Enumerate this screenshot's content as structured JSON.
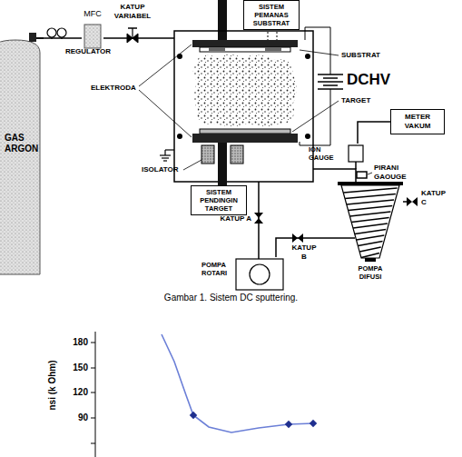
{
  "diagram": {
    "caption": "Gambar 1. Sistem DC sputtering.",
    "nodes": [
      {
        "text": [
          "GAS ARGON"
        ]
      },
      {
        "text": [
          "MFC"
        ]
      },
      {
        "text": [
          "SISTEM PEMANAS SUBSTRAT"
        ]
      },
      {
        "text": [
          "METER VAKUM"
        ]
      },
      {
        "text": [
          "SISTEM PENDINGIN TARGET"
        ]
      },
      {
        "text": [
          "ION GAUGE"
        ]
      },
      {
        "text": [
          "POMPA ROTARI"
        ]
      },
      {
        "text": [
          "POMPA DIFUSI"
        ]
      }
    ],
    "edges": [
      {
        "from": 0,
        "to": 1,
        "arrow": "none"
      },
      {
        "from": 5,
        "to": 3,
        "arrow": "none"
      },
      {
        "from": 6,
        "to": 7,
        "arrow": "none"
      }
    ],
    "labels": [
      "REGULATOR",
      "KATUP VARIABEL",
      "SUBSTRAT",
      "DCHV",
      "ELEKTRODA",
      "TARGET",
      "ISOLATOR",
      "PIRANI GAOUGE",
      "KATUP C",
      "KATUP A",
      "KATUP B",
      "180",
      "150",
      "120",
      "90",
      "nsi (k Ohm)"
    ]
  }
}
